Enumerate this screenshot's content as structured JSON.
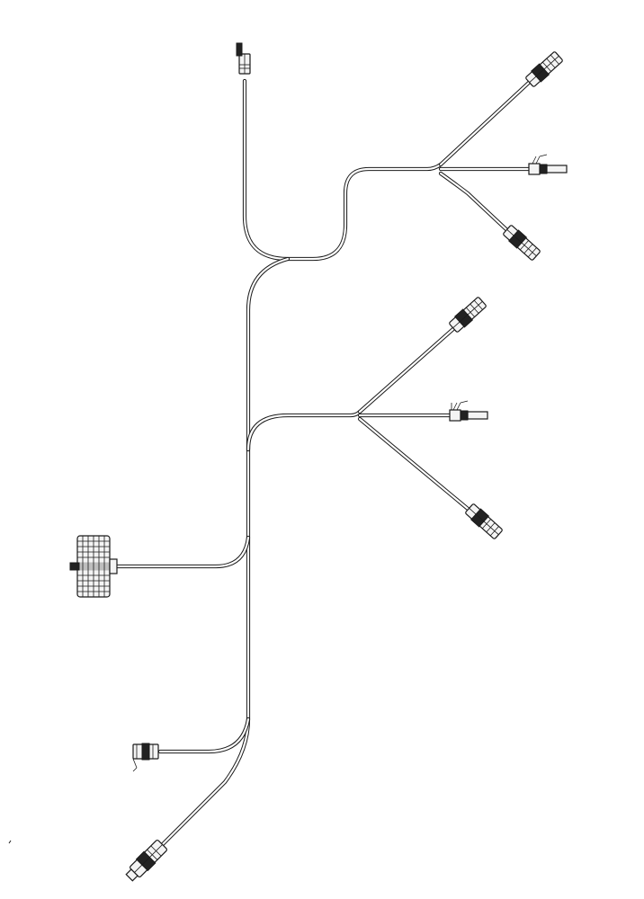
{
  "diagram": {
    "type": "wiring-harness-line-drawing",
    "colors": {
      "background": "#ffffff",
      "line": "#1a1a1a",
      "connector_fill": "#f4f4f4",
      "connector_dark": "#222222"
    },
    "connector_count": 10,
    "connectors": [
      {
        "name": "top-end-connector"
      },
      {
        "name": "upper-branch-top-connector"
      },
      {
        "name": "upper-branch-middle-sensor-connector"
      },
      {
        "name": "upper-branch-bottom-connector"
      },
      {
        "name": "lower-branch-top-connector"
      },
      {
        "name": "lower-branch-middle-sensor-connector"
      },
      {
        "name": "lower-branch-bottom-connector"
      },
      {
        "name": "main-round-multipin-connector"
      },
      {
        "name": "bottom-left-small-connector"
      },
      {
        "name": "bottom-end-connector"
      }
    ]
  }
}
